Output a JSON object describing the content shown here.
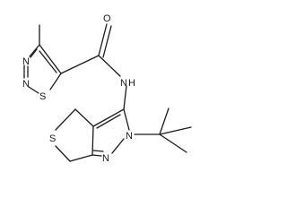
{
  "molecule": {
    "atoms": {
      "o_carbonyl": "O",
      "n_amide": "N",
      "h_amide": "H",
      "n_thiadiazole_1": "N",
      "n_thiadiazole_2": "N",
      "s_thiadiazole": "S",
      "s_thiophene": "S",
      "n_pyrazole_top": "N",
      "n_pyrazole_bottom": "N"
    }
  }
}
